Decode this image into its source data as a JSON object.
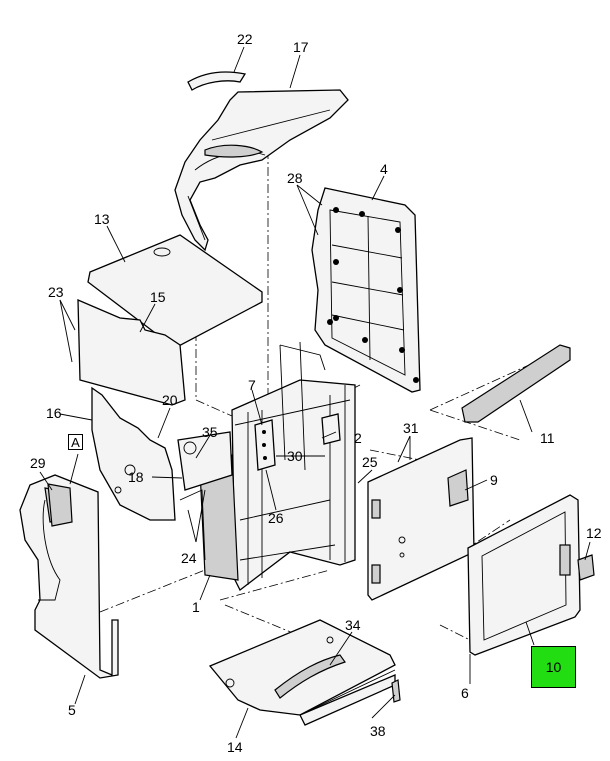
{
  "diagram": {
    "highlight_color": "#22dd11",
    "view_marker": "A",
    "highlighted_callout": "10",
    "callouts": {
      "c1": "1",
      "c2": "2",
      "c4": "4",
      "c5": "5",
      "c6": "6",
      "c7": "7",
      "c9": "9",
      "c11": "11",
      "c12": "12",
      "c13": "13",
      "c14": "14",
      "c15": "15",
      "c16": "16",
      "c17": "17",
      "c18": "18",
      "c20": "20",
      "c22": "22",
      "c23": "23",
      "c24": "24",
      "c25": "25",
      "c26": "26",
      "c28": "28",
      "c29": "29",
      "c30": "30",
      "c31": "31",
      "c34": "34",
      "c35": "35",
      "c38": "38"
    }
  }
}
